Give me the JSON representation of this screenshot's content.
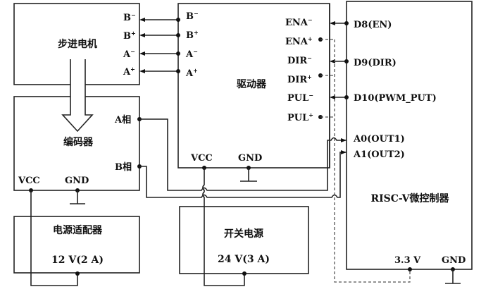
{
  "blocks": {
    "motor": {
      "title": "步进电机",
      "pins": [
        "B",
        "B",
        "A",
        "A"
      ],
      "pin_signs": [
        "−",
        "+",
        "−",
        "+"
      ]
    },
    "driver": {
      "title": "驱动器",
      "left_pins": [
        "B",
        "B",
        "A",
        "A"
      ],
      "left_signs": [
        "−",
        "+",
        "−",
        "+"
      ],
      "right_pins": [
        "ENA",
        "ENA",
        "DIR",
        "DIR",
        "PUL",
        "PUL"
      ],
      "right_signs": [
        "−",
        "+",
        "−",
        "+",
        "−",
        "+"
      ],
      "bottom_pins": [
        "VCC",
        "GND"
      ]
    },
    "encoder": {
      "title": "编码器",
      "pins": [
        "A相",
        "B相"
      ],
      "bottom_pins": [
        "VCC",
        "GND"
      ]
    },
    "mcu": {
      "title": "RISC-V微控制器",
      "pins": [
        "D8(EN)",
        "D9(DIR)",
        "D10(PWM_PUT)",
        "A0(OUT1)",
        "A1(OUT2)"
      ],
      "bottom_pins": [
        "3.3 V",
        "GND"
      ]
    },
    "adapter": {
      "title": "电源适配器",
      "rating": "12 V(2 A)"
    },
    "switch_psu": {
      "title": "开关电源",
      "rating": "24 V(3 A)"
    }
  }
}
